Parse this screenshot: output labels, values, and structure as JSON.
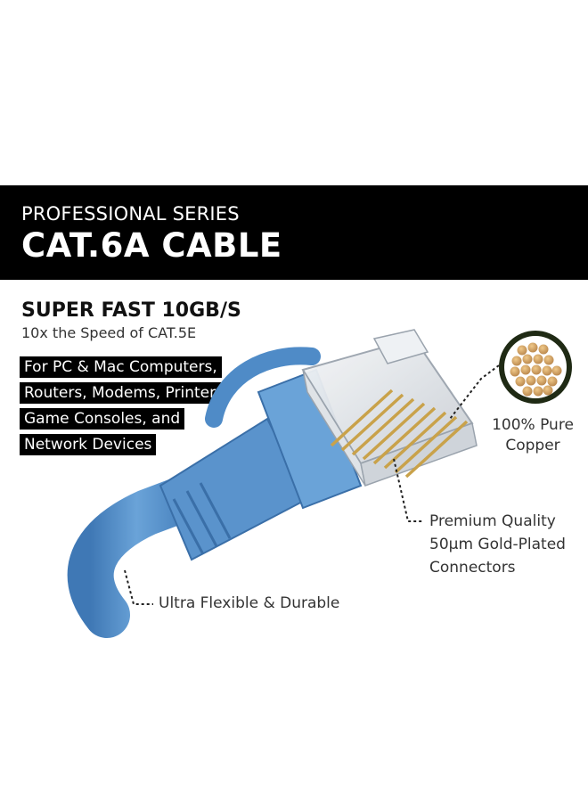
{
  "banner": {
    "subtitle": "PROFESSIONAL SERIES",
    "title": "CAT.6A CABLE"
  },
  "headline": "SUPER FAST 10GB/S",
  "subline": "10x the Speed of CAT.5E",
  "features": [
    "For PC & Mac Computers,",
    "Routers, Modems, Printers",
    "Game Consoles, and",
    "Network Devices"
  ],
  "callouts": {
    "copper": [
      "100% Pure",
      "Copper"
    ],
    "gold": [
      "Premium Quality",
      "50µm Gold-Plated",
      "Connectors"
    ],
    "flex": "Ultra Flexible & Durable"
  },
  "colors": {
    "cable_blue": "#5a93cc",
    "gold": "#c9a24a",
    "banner": "#000000",
    "copper_ring": "#1f2a14"
  }
}
